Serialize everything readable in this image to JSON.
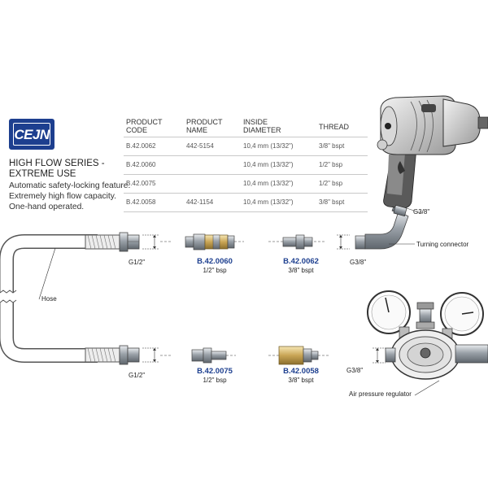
{
  "brand": {
    "logo_text": "CEJN"
  },
  "series": {
    "title_line1": "HIGH FLOW SERIES -",
    "title_line2": "EXTREME USE",
    "desc": [
      "Automatic safety-locking feature.",
      "Extremely high flow capacity.",
      "One-hand operated."
    ]
  },
  "table": {
    "headers": [
      [
        "PRODUCT",
        "CODE"
      ],
      [
        "PRODUCT",
        "NAME"
      ],
      [
        "INSIDE",
        "DIAMETER"
      ],
      [
        "THREAD",
        ""
      ]
    ],
    "rows": [
      [
        "B.42.0062",
        "442-5154",
        "10,4 mm (13/32\")",
        "3/8\" bspt"
      ],
      [
        "B.42.0060",
        "",
        "10,4 mm (13/32\")",
        "1/2\" bsp"
      ],
      [
        "B.42.0075",
        "",
        "10,4 mm (13/32\")",
        "1/2\" bsp"
      ],
      [
        "B.42.0058",
        "442-1154",
        "10,4 mm (13/32\")",
        "3/8\" bspt"
      ]
    ]
  },
  "labels": {
    "hose": "Hose",
    "turning_connector": "Turning connector",
    "air_pressure_regulator": "Air pressure regulator",
    "g_half_top": "G1/2\"",
    "g_half_bottom": "G1/2\"",
    "g_38_tool": "G3/8\"",
    "g_38_turning": "G3/8\"",
    "g_38_regulator": "G3/8\""
  },
  "parts": [
    {
      "code": "B.42.0060",
      "thread": "1/2\" bsp"
    },
    {
      "code": "B.42.0062",
      "thread": "3/8\" bspt"
    },
    {
      "code": "B.42.0075",
      "thread": "1/2\" bsp"
    },
    {
      "code": "B.42.0058",
      "thread": "3/8\" bspt"
    }
  ],
  "colors": {
    "brand_blue": "#1d3f8f",
    "brass": "#d4b26a",
    "steel": "#a9afb6"
  }
}
